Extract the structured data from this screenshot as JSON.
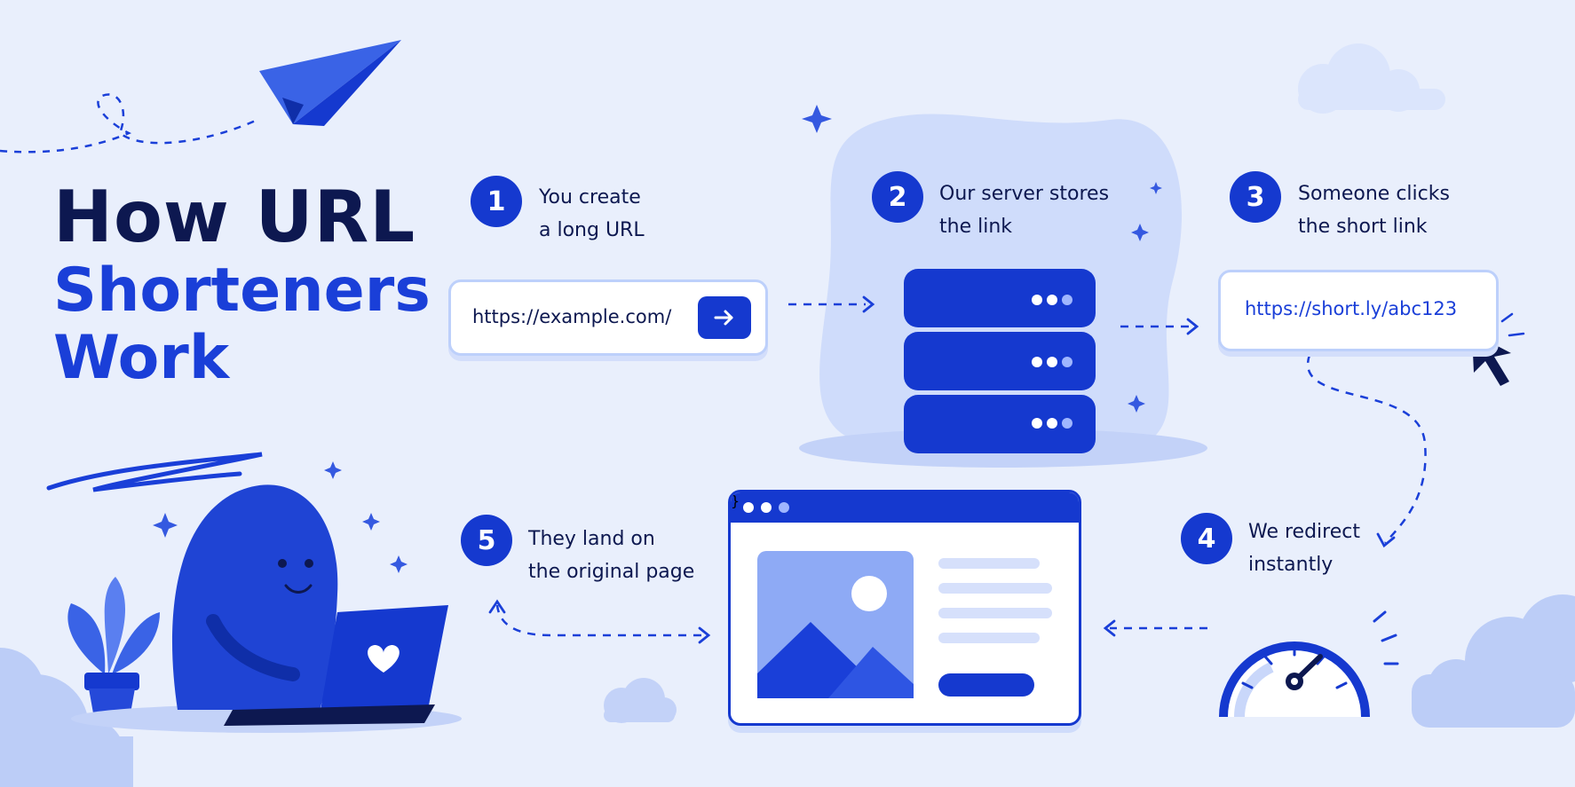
{
  "title": {
    "line1": "How URL",
    "line2": "Shorteners",
    "line3": "Work"
  },
  "steps": [
    {
      "number": "1",
      "line1": "You create",
      "line2": "a long URL"
    },
    {
      "number": "2",
      "line1": "Our server stores",
      "line2": "the link"
    },
    {
      "number": "3",
      "line1": "Someone clicks",
      "line2": "the short link"
    },
    {
      "number": "4",
      "line1": "We redirect",
      "line2": "instantly"
    },
    {
      "number": "5",
      "line1": "They land on",
      "line2": "the original page"
    }
  ],
  "long_url": {
    "value": "https://example.com/",
    "button_icon": "arrow-right-icon"
  },
  "short_url": {
    "value": "https://short.ly/abc123"
  },
  "colors": {
    "background": "#e9effc",
    "accent": "#1539cf",
    "title_dark": "#0d1850",
    "title_blue": "#1a3fd8",
    "soft_blue": "#c9d7fa"
  },
  "icons": [
    "paper-plane-icon",
    "sparkle-icon",
    "cloud-icon",
    "server-icon",
    "cursor-icon",
    "speedometer-icon",
    "browser-window-icon",
    "image-placeholder-icon",
    "laptop-icon",
    "heart-icon",
    "plant-icon",
    "character-icon"
  ]
}
